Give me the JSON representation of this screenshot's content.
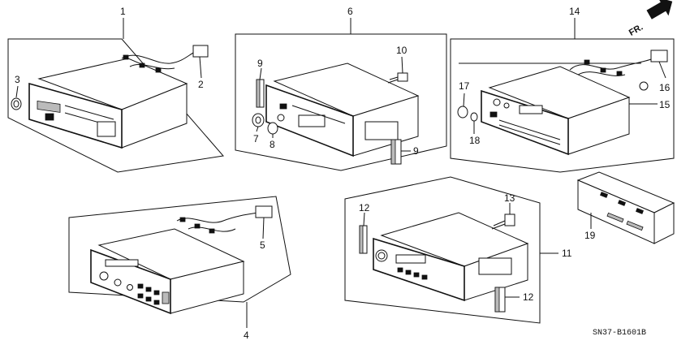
{
  "diagram_code": "SN37-B1601B",
  "direction_label": "FR.",
  "callouts": {
    "c1": "1",
    "c2": "2",
    "c3": "3",
    "c4": "4",
    "c5": "5",
    "c6": "6",
    "c7": "7",
    "c8": "8",
    "c9a": "9",
    "c9b": "9",
    "c10": "10",
    "c11": "11",
    "c12a": "12",
    "c12b": "12",
    "c13": "13",
    "c14": "14",
    "c15": "15",
    "c16": "16",
    "c17": "17",
    "c18": "18",
    "c19": "19"
  }
}
